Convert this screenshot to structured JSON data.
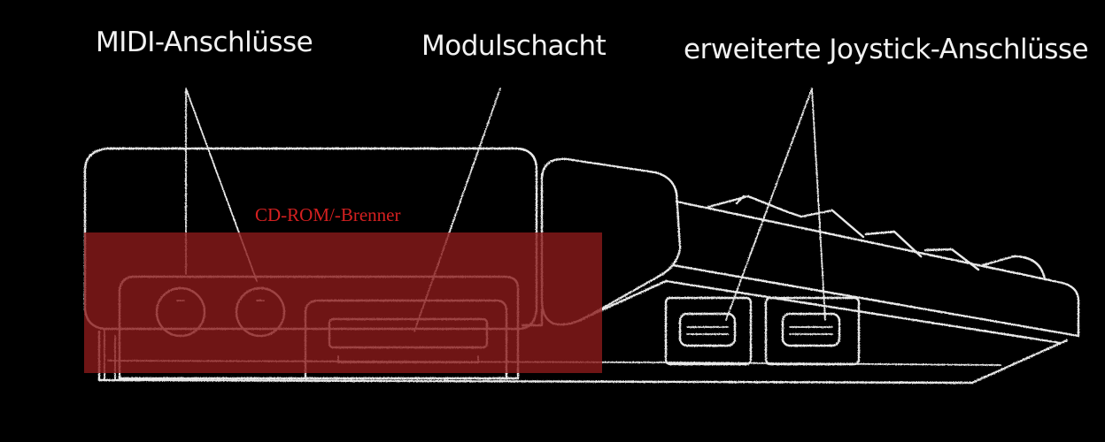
{
  "labels": {
    "midi": "MIDI-Anschlüsse",
    "module_slot": "Modulschacht",
    "joystick": "erweiterte Joystick-Anschlüsse",
    "cdrom": "CD-ROM/-Brenner"
  },
  "colors": {
    "background": "#000000",
    "line": "#e9e9e9",
    "highlight": "#8b1a1a",
    "highlight_text": "#d42020"
  }
}
